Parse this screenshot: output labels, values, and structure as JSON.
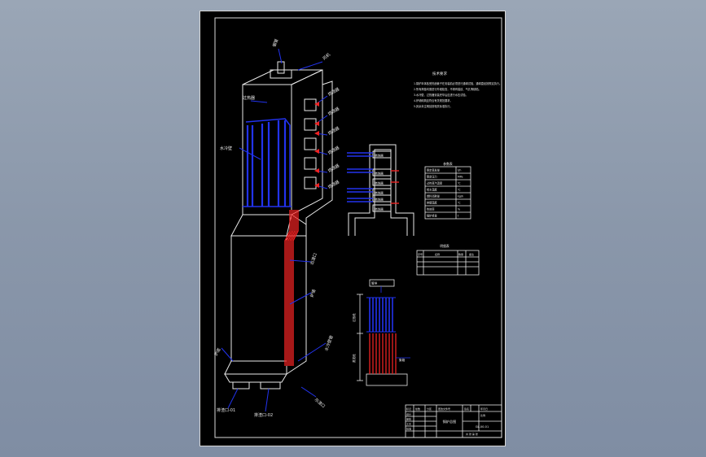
{
  "drawing": {
    "label_top": "钢管",
    "label_fan": "风机",
    "label_left_1": "过热器",
    "label_left_2": "水冷壁",
    "callouts": [
      "燃烧器",
      "燃烧器",
      "燃烧器",
      "燃烧器",
      "燃烧器",
      "燃烧器"
    ],
    "label_hopper": "出渣口",
    "label_lower_1": "炉墙",
    "label_lower_2": "水冷壁管",
    "label_lower_3": "炉底",
    "label_bottom_1": "排渣口-01",
    "label_bottom_2": "排渣口-02",
    "label_bottom_3": "灰渣口"
  },
  "notes": {
    "title": "技术要求",
    "lines": [
      "1.锅炉本体各受热面管子在安装前必须进行通球试验，通球直径按规定执行。",
      "2.所有焊缝均需进行外观检查，不得有裂纹、气孔等缺陷。",
      "3.水冷壁、过热器安装完毕后应进行水压试验。",
      "4.炉墙砌筑应符合有关规范要求。",
      "5.其余未注明处按相关标准执行。"
    ]
  },
  "burner_panel": {
    "items": [
      "燃烧器",
      "燃烧器",
      "燃烧器",
      "燃烧器",
      "燃烧器",
      "燃烧器"
    ]
  },
  "param_table": {
    "title": "参数表",
    "rows": [
      [
        "额定蒸发量",
        "t/h"
      ],
      [
        "额定压力",
        "MPa"
      ],
      [
        "过热蒸汽温度",
        "℃"
      ],
      [
        "给水温度",
        "℃"
      ],
      [
        "燃料消耗量",
        "kg/h"
      ],
      [
        "排烟温度",
        "℃"
      ],
      [
        "热效率",
        "%"
      ],
      [
        "锅炉重量",
        "t"
      ]
    ]
  },
  "detail_table": {
    "title": "明细表",
    "headers": [
      "序号",
      "名称",
      "数量",
      "备注"
    ]
  },
  "tube_detail": {
    "label_top": "管排",
    "label_side_1": "过热段",
    "label_side_2": "蒸发段",
    "label_right": "集箱"
  },
  "title_block": {
    "drawing_name": "锅炉总图",
    "drawing_no": "GL-00-01",
    "headers": [
      "标记",
      "处数",
      "分区",
      "更改文件号",
      "签名",
      "年月日"
    ],
    "roles": [
      "设计",
      "审核",
      "工艺",
      "批准"
    ],
    "scale_label": "比例",
    "sheet_label": "共 张 第 张"
  },
  "colors": {
    "background_top": "#9aa6b6",
    "sheet": "#000000",
    "line": "#e8e8e8",
    "blue": "#2233ee",
    "red": "#ee2222"
  }
}
